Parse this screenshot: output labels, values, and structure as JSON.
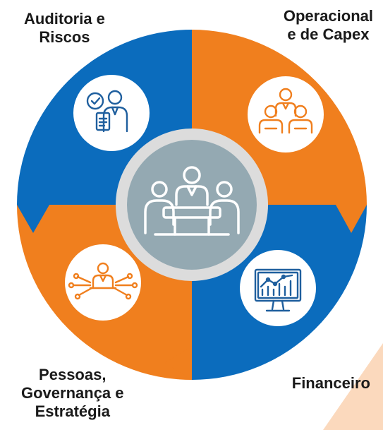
{
  "colors": {
    "blue": "#0b6cbd",
    "orange": "#f07f1e",
    "peach": "#fbd9bd",
    "center_ring": "#dcdcdc",
    "center_fill": "#94a9b2",
    "icon_blue": "#1f5f9e",
    "icon_orange": "#f07f1e",
    "white": "#ffffff"
  },
  "segments": [
    {
      "id": "auditoria",
      "label_lines": [
        "Auditoria e",
        "Riscos"
      ],
      "icon": "auditor-checklist-icon",
      "color": "blue"
    },
    {
      "id": "operacional",
      "label_lines": [
        "Operacional",
        "e de Capex"
      ],
      "icon": "team-meeting-icon",
      "color": "orange"
    },
    {
      "id": "financeiro",
      "label_lines": [
        "Financeiro"
      ],
      "icon": "growth-chart-monitor-icon",
      "color": "blue"
    },
    {
      "id": "pessoas",
      "label_lines": [
        "Pessoas,",
        "Governança e",
        "Estratégia"
      ],
      "icon": "person-network-icon",
      "color": "orange"
    }
  ],
  "center": {
    "icon": "board-meeting-icon"
  }
}
